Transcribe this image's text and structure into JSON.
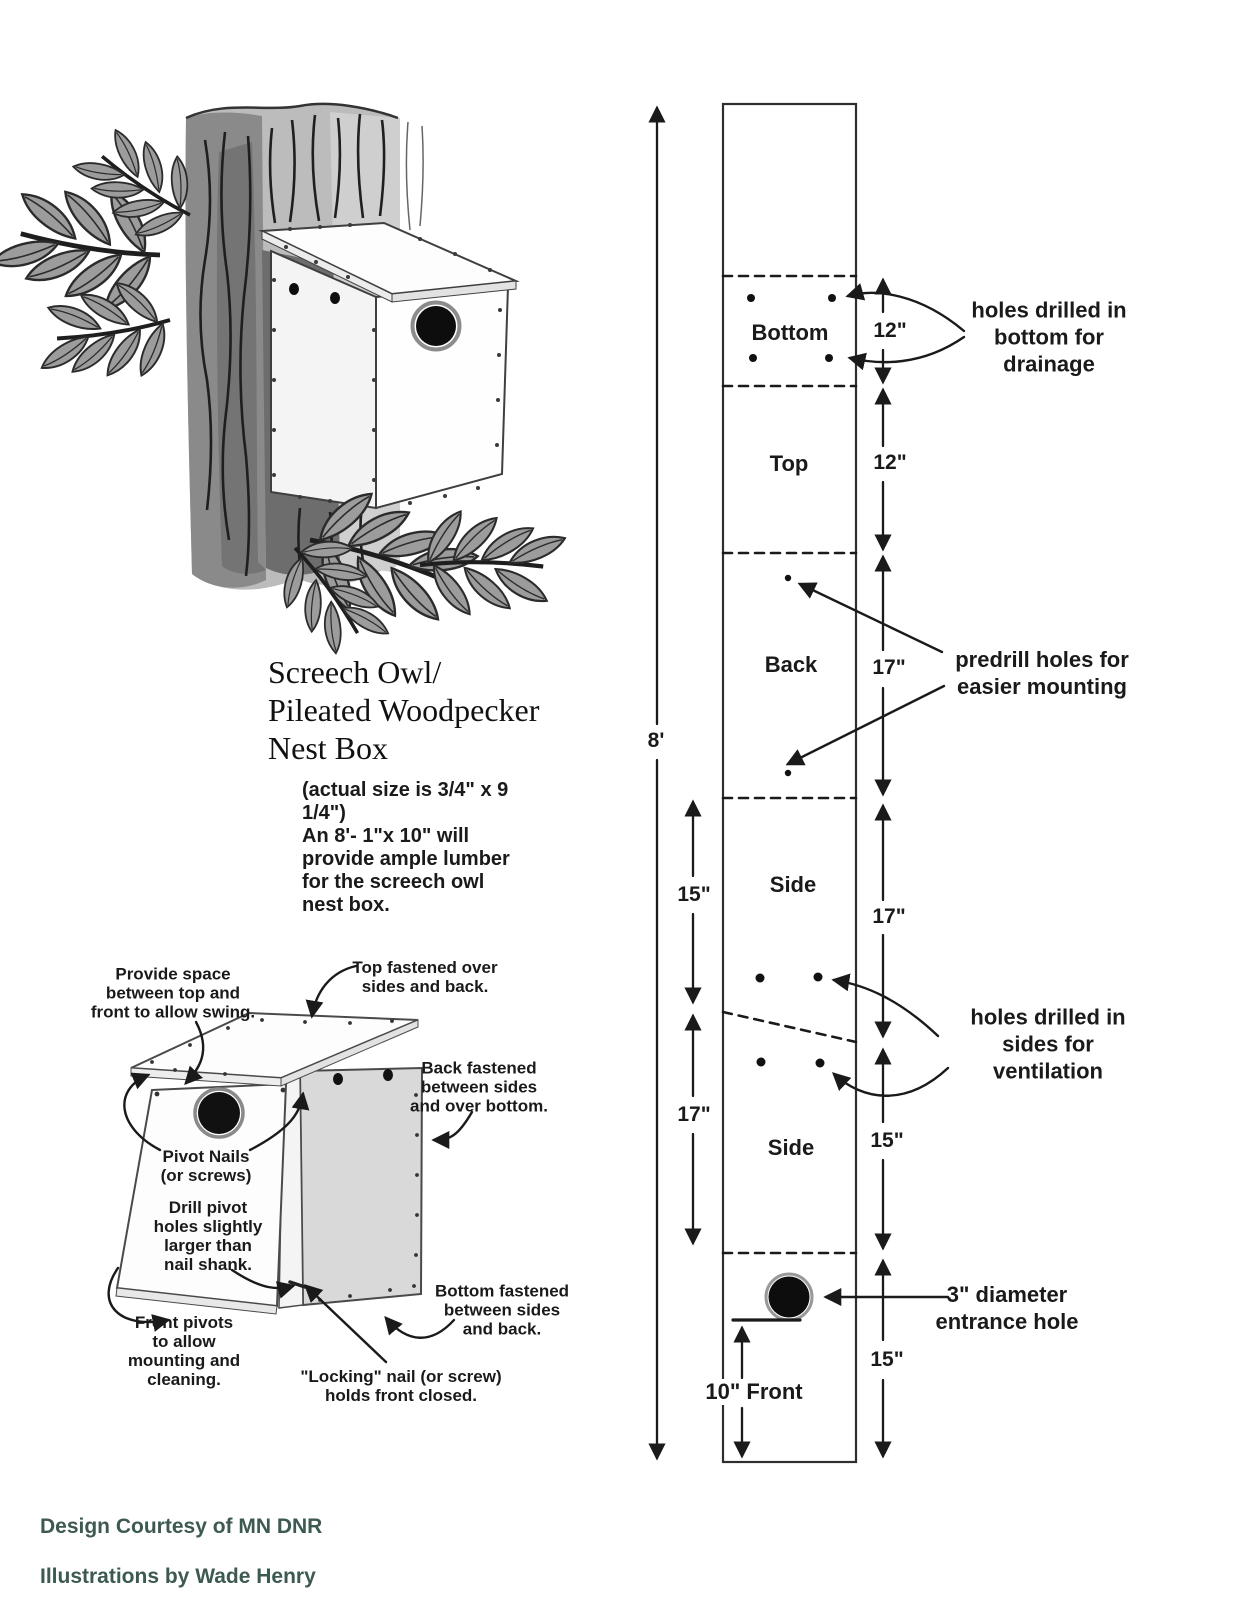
{
  "title": {
    "text": "Screech Owl/\nPileated Woodpecker\nNest Box"
  },
  "notes": {
    "text": "(actual size is 3/4\" x 9\n1/4\")\nAn 8'- 1\"x 10\" will\nprovide ample lumber\nfor the screech owl\nnest box."
  },
  "cut_diagram": {
    "overall_length": "8'",
    "sections": [
      {
        "label": "Bottom",
        "right_dim": "12\""
      },
      {
        "label": "Top",
        "right_dim": "12\""
      },
      {
        "label": "Back",
        "right_dim": "17\""
      },
      {
        "label": "Side",
        "right_dim": "17\"",
        "left_dim": "15\""
      },
      {
        "label": "Side",
        "right_dim": "15\"",
        "left_dim": "17\""
      },
      {
        "label": "10\" Front",
        "right_dim": "15\""
      }
    ],
    "callouts": {
      "drainage": "holes drilled in\nbottom for drainage",
      "predrill": "predrill holes for\neasier mounting",
      "ventilation": "holes drilled in\nsides for ventilation",
      "entrance": "3\" diameter\nentrance hole"
    }
  },
  "assembly_diagram": {
    "annotations": {
      "provide_space": "Provide space\nbetween top and\nfront to allow swing.",
      "top_fastened": "Top fastened over\nsides and back.",
      "back_fastened": "Back fastened\nbetween sides\nand over bottom.",
      "pivot_nails": "Pivot Nails\n(or screws)",
      "drill_pivot": "Drill pivot\nholes slightly\nlarger than\nnail shank.",
      "front_pivots": "Front pivots\nto allow\nmounting and\ncleaning.",
      "locking_nail": "\"Locking\" nail (or screw)\nholds front closed.",
      "bottom_fastened": "Bottom fastened\nbetween sides\nand back."
    }
  },
  "footer": {
    "line1": "Design Courtesy of MN DNR",
    "line2": "Illustrations by Wade Henry",
    "color": "#3d5a52"
  }
}
